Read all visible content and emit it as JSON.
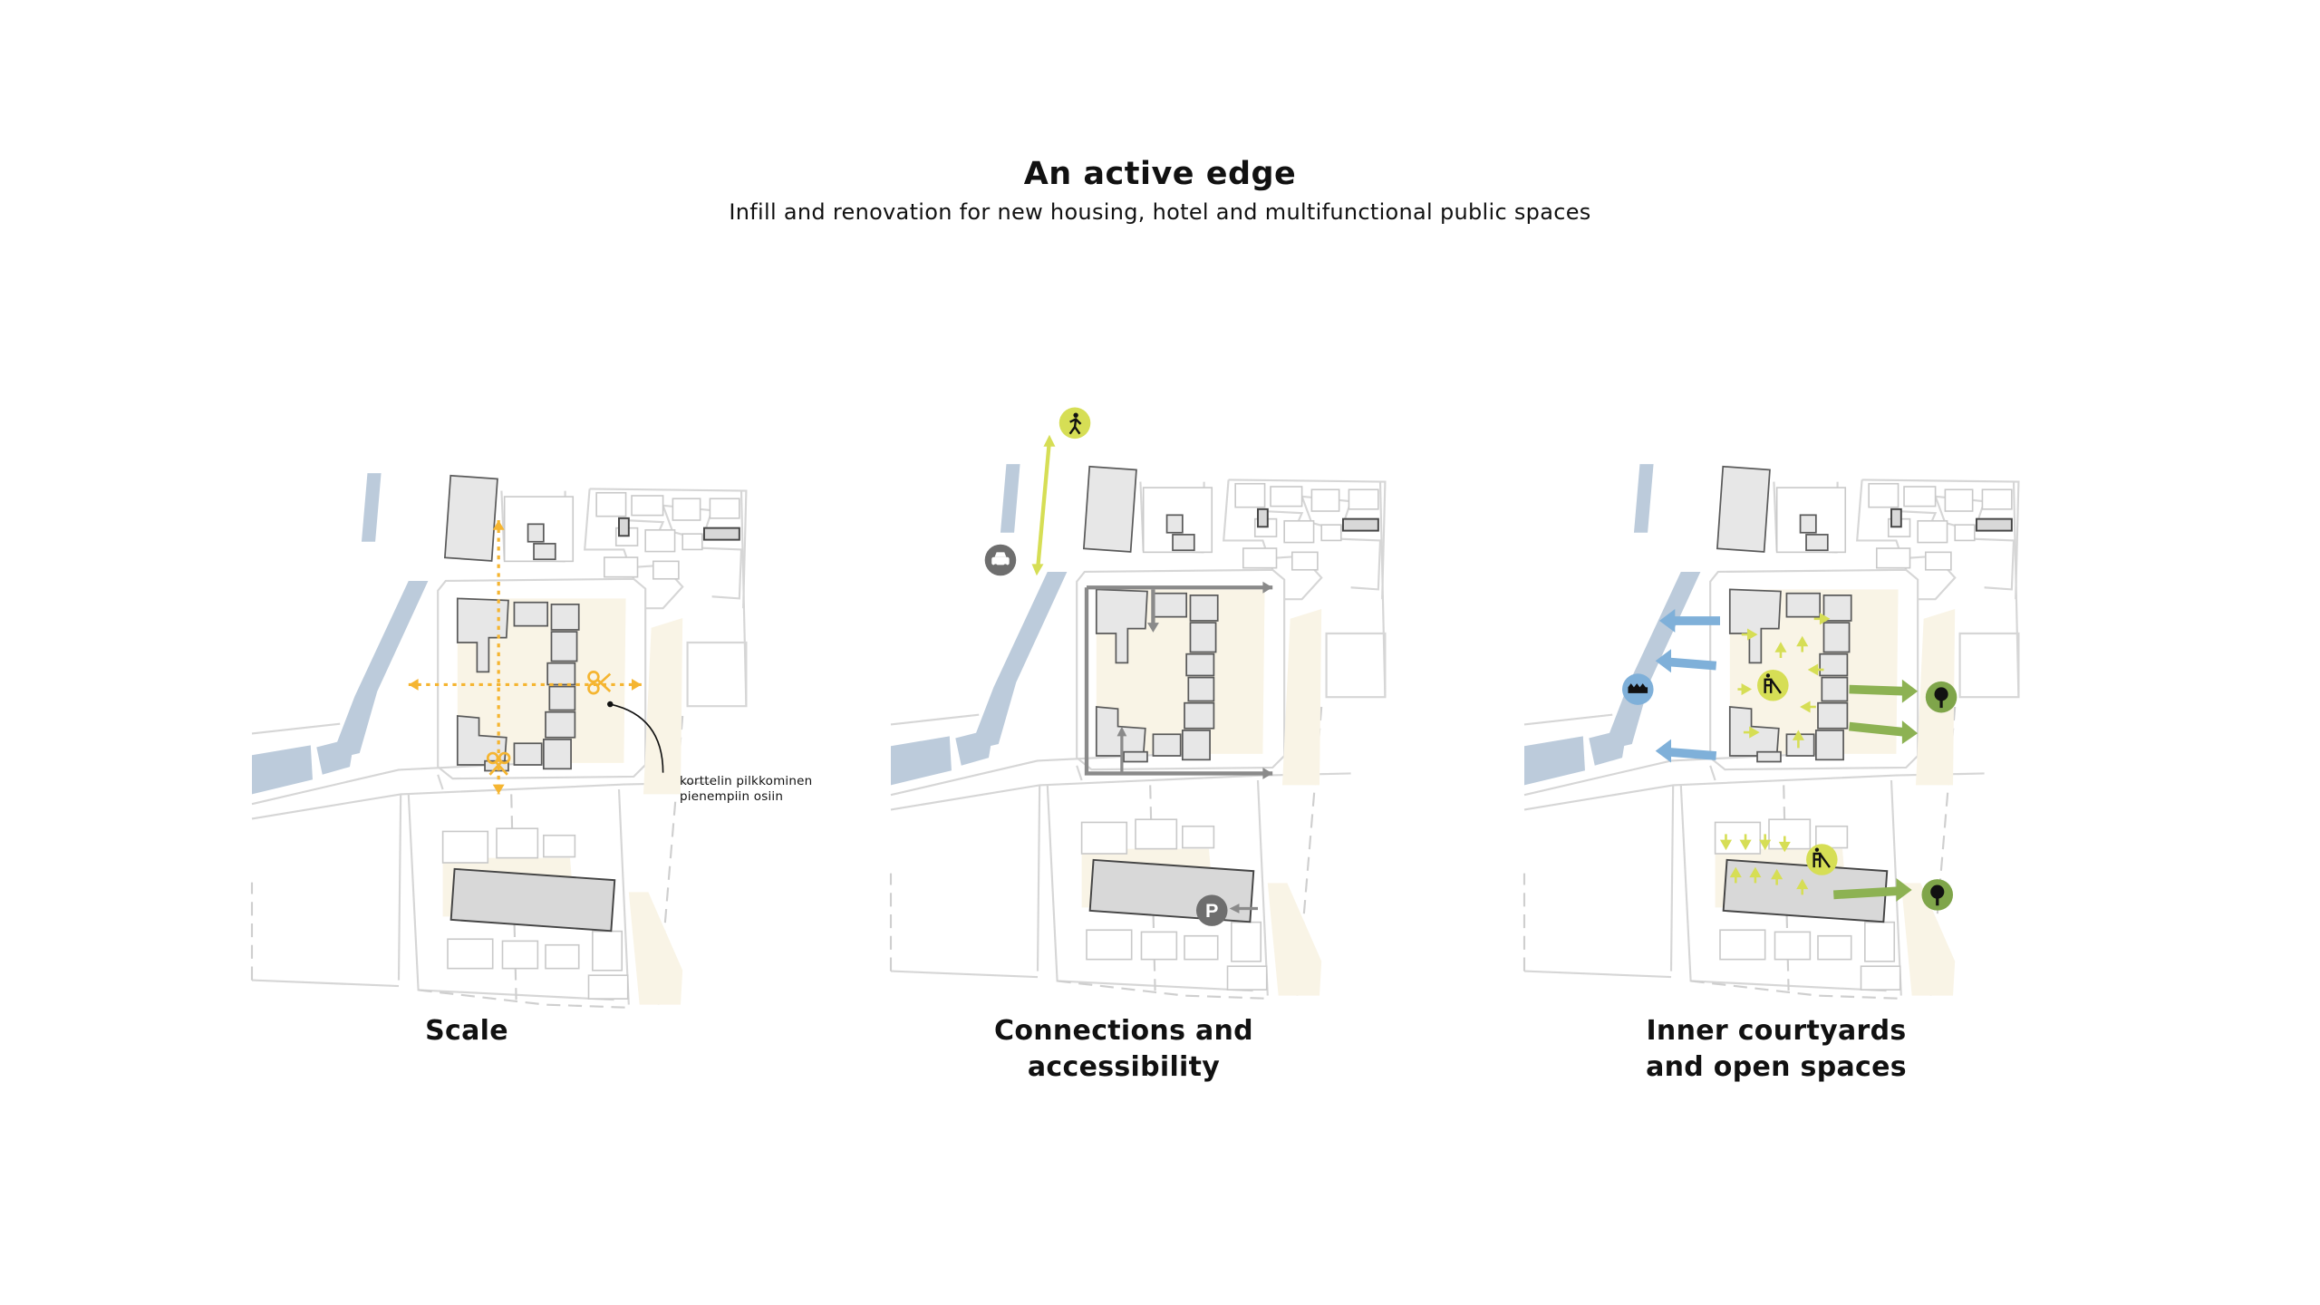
{
  "header": {
    "title": "An active edge",
    "subtitle": "Infill and renovation for new housing, hotel and multifunctional public spaces"
  },
  "panels": [
    {
      "caption_line1": "Scale",
      "caption_line2": "",
      "annotation_line1": "korttelin pilkkominen",
      "annotation_line2": "pienempiin osiin"
    },
    {
      "caption_line1": "Connections and",
      "caption_line2": "accessibility",
      "parking_label": "P"
    },
    {
      "caption_line1": "Inner courtyards",
      "caption_line2": "and open spaces"
    }
  ],
  "colors": {
    "water": "#bccbdb",
    "yard": "#f9f4e6",
    "building": "#e7e7e7",
    "scale_arrows": "#f5b531",
    "pedestrian": "#d6de55",
    "vehicle": "#8a8a8a",
    "water_arrows": "#7fb0d9",
    "green_arrows": "#8db253",
    "tree_circle": "#7fa54a"
  },
  "icons": [
    "scissors-icon",
    "pedestrian-icon",
    "car-icon",
    "parking-icon",
    "playground-icon",
    "tree-icon",
    "water-icon"
  ]
}
